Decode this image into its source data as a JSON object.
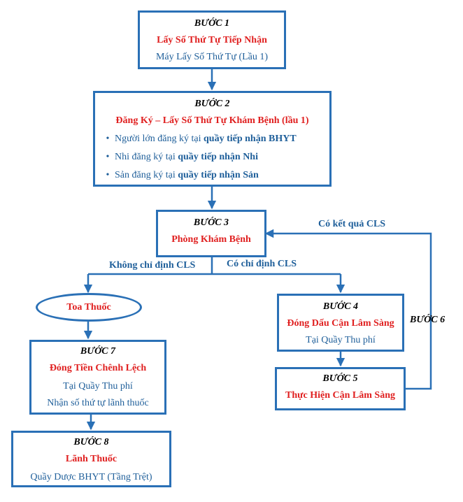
{
  "step1": {
    "step": "BƯỚC 1",
    "title": "Lấy Số Thứ Tự Tiếp Nhận",
    "sub": "Máy Lấy Số Thứ Tự (Lầu 1)"
  },
  "step2": {
    "step": "BƯỚC 2",
    "title": "Đăng Ký – Lấy Số Thứ Tự Khám Bệnh (lầu 1)",
    "bullets": [
      {
        "marker": "•",
        "text": "Người lớn đăng ký tại ",
        "bold": "quầy tiếp nhận BHYT"
      },
      {
        "marker": "•",
        "text": "Nhi đăng ký tại ",
        "bold": "quầy tiếp nhận Nhi"
      },
      {
        "marker": "•",
        "text": "Sản đăng ký tại ",
        "bold": "quầy tiếp nhận Sản"
      }
    ]
  },
  "step3": {
    "step": "BƯỚC 3",
    "title": "Phòng Khám Bệnh"
  },
  "labels": {
    "no_cls": "Không chỉ định CLS",
    "cls": "Có chỉ định CLS",
    "result_cls": "Có kết quả CLS",
    "step6": "BƯỚC 6"
  },
  "prescription": {
    "title": "Toa Thuốc"
  },
  "step4": {
    "step": "BƯỚC 4",
    "title": "Đóng Dấu Cận Lâm Sàng",
    "sub": "Tại Quầy Thu phí"
  },
  "step5": {
    "step": "BƯỚC 5",
    "title": "Thực Hiện Cận Lâm Sàng"
  },
  "step7": {
    "step": "BƯỚC 7",
    "title": "Đóng Tiền Chênh Lệch",
    "sub1": "Tại Quầy Thu phí",
    "sub2": "Nhận số thứ tự lãnh thuốc"
  },
  "step8": {
    "step": "BƯỚC 8",
    "title": "Lãnh Thuốc",
    "sub": "Quầy Dược BHYT (Tầng Trệt)"
  },
  "colors": {
    "border": "#2a70b6",
    "title": "#e02020",
    "text": "#1f5f9a"
  }
}
